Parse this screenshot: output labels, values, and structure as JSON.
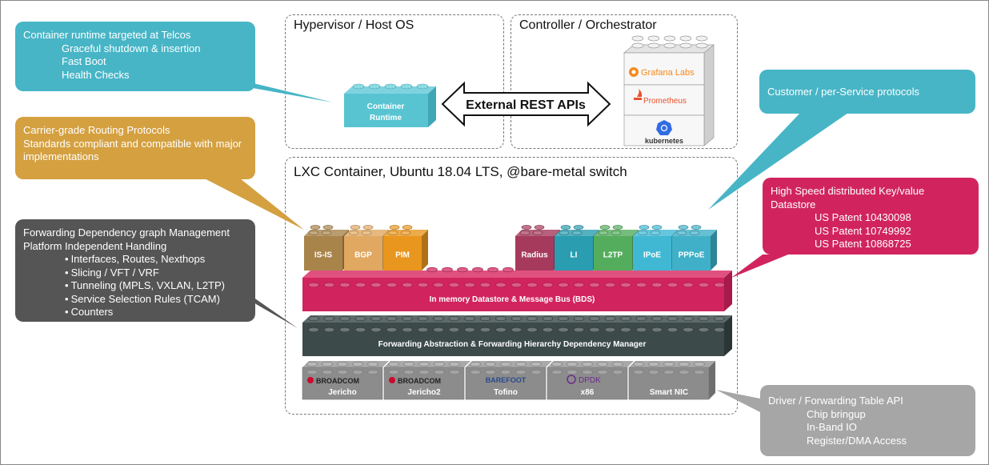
{
  "hypervisor_title": "Hypervisor / Host OS",
  "controller_title": "Controller / Orchestrator",
  "lxc_title": "LXC Container, Ubuntu 18.04 LTS, @bare-metal switch",
  "container_runtime": [
    "Container",
    "Runtime"
  ],
  "external_api": "External REST APIs",
  "tools": {
    "grafana": "Grafana Labs",
    "prometheus": "Prometheus",
    "kubernetes": "kubernetes"
  },
  "callouts": {
    "telco": {
      "title": "Container runtime targeted at Telcos",
      "items": [
        "Graceful shutdown & insertion",
        "Fast Boot",
        "Health Checks"
      ],
      "color": "#47b5c6"
    },
    "routing": {
      "lines": [
        "Carrier-grade Routing Protocols",
        "Standards compliant and compatible with major",
        "implementations"
      ],
      "color": "#d4a040"
    },
    "forwarding": {
      "lines": [
        "Forwarding Dependency graph Management",
        "Platform Independent Handling"
      ],
      "bullets": [
        "Interfaces, Routes, Nexthops",
        "Slicing / VFT /  VRF",
        "Tunneling (MPLS, VXLAN, L2TP)",
        "Service Selection Rules  (TCAM)",
        "Counters"
      ],
      "color": "#555555"
    },
    "customer": {
      "title": "Customer / per-Service protocols",
      "color": "#47b5c6"
    },
    "datastore": {
      "lines": [
        "High Speed distributed Key/value",
        "Datastore"
      ],
      "items": [
        "US Patent 10430098",
        "US Patent 10749992",
        "US Patent 10868725"
      ],
      "color": "#d1245f"
    },
    "driver": {
      "title": "Driver / Forwarding Table API",
      "items": [
        "Chip bringup",
        "In-Band IO",
        "Register/DMA Access"
      ],
      "color": "#a6a6a6"
    }
  },
  "blocks": {
    "left": [
      {
        "label": "IS-IS",
        "color": "#a8844a"
      },
      {
        "label": "BGP",
        "color": "#e0a860"
      },
      {
        "label": "PIM",
        "color": "#e9961e"
      }
    ],
    "right": [
      {
        "label": "Radius",
        "color": "#a63a5c"
      },
      {
        "label": "LI",
        "color": "#2a9db0"
      },
      {
        "label": "L2TP",
        "color": "#54ad5c"
      },
      {
        "label": "IPoE",
        "color": "#40b8d4"
      },
      {
        "label": "PPPoE",
        "color": "#3fb0c8"
      }
    ]
  },
  "bds": {
    "label": "In memory Datastore & Message Bus (BDS)",
    "color": "#d1245f"
  },
  "fwd": {
    "label": "Forwarding Abstraction & Forwarding Hierarchy Dependency Manager",
    "color": "#3d4a4a"
  },
  "hw": [
    {
      "brand": "BROADCOM",
      "label": "Jericho"
    },
    {
      "brand": "BROADCOM",
      "label": "Jericho2"
    },
    {
      "brand": "BAREFOOT",
      "label": "Tofino"
    },
    {
      "brand": "DPDK",
      "label": "x86"
    },
    {
      "brand": "",
      "label": "Smart NIC"
    }
  ]
}
